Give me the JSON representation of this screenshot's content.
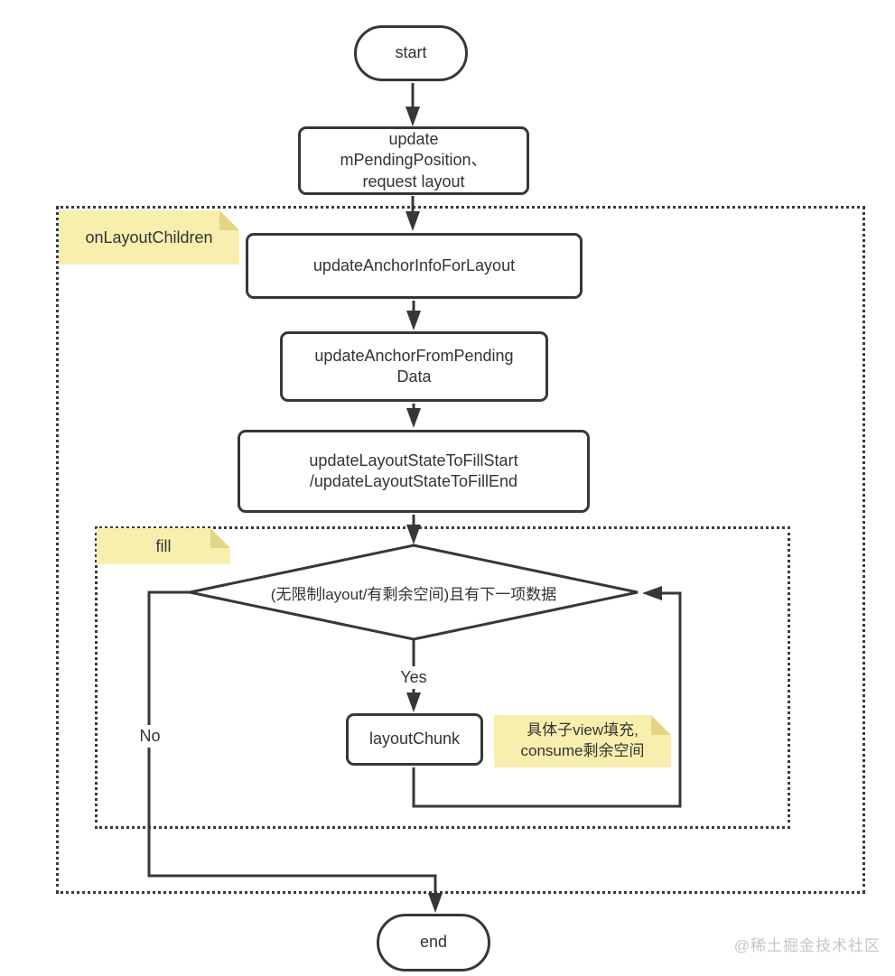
{
  "colors": {
    "stroke": "#373737",
    "text": "#333333",
    "note_fill": "#f8efae",
    "note_fold": "#e4d584",
    "background": "#ffffff",
    "watermark": "#c6c6c6"
  },
  "nodes": {
    "start": {
      "label": "start"
    },
    "update": {
      "label": "update\nmPendingPosition、\nrequest layout"
    },
    "update_anchor_info": {
      "label": "updateAnchorInfoForLayout"
    },
    "update_anchor_from_pending": {
      "label": "updateAnchorFromPending\nData"
    },
    "update_layout_state": {
      "label": "updateLayoutStateToFillStart\n/updateLayoutStateToFillEnd"
    },
    "decision": {
      "label": "(无限制layout/有剩余空间)且有下一项数据"
    },
    "layout_chunk": {
      "label": "layoutChunk"
    },
    "end": {
      "label": "end"
    }
  },
  "containers": {
    "on_layout_children": {
      "label": "onLayoutChildren"
    },
    "fill": {
      "label": "fill"
    }
  },
  "notes": {
    "layout_chunk_note": {
      "label": "具体子view填充,\nconsume剩余空间"
    }
  },
  "edge_labels": {
    "yes": "Yes",
    "no": "No"
  },
  "watermark": "@稀土掘金技术社区"
}
